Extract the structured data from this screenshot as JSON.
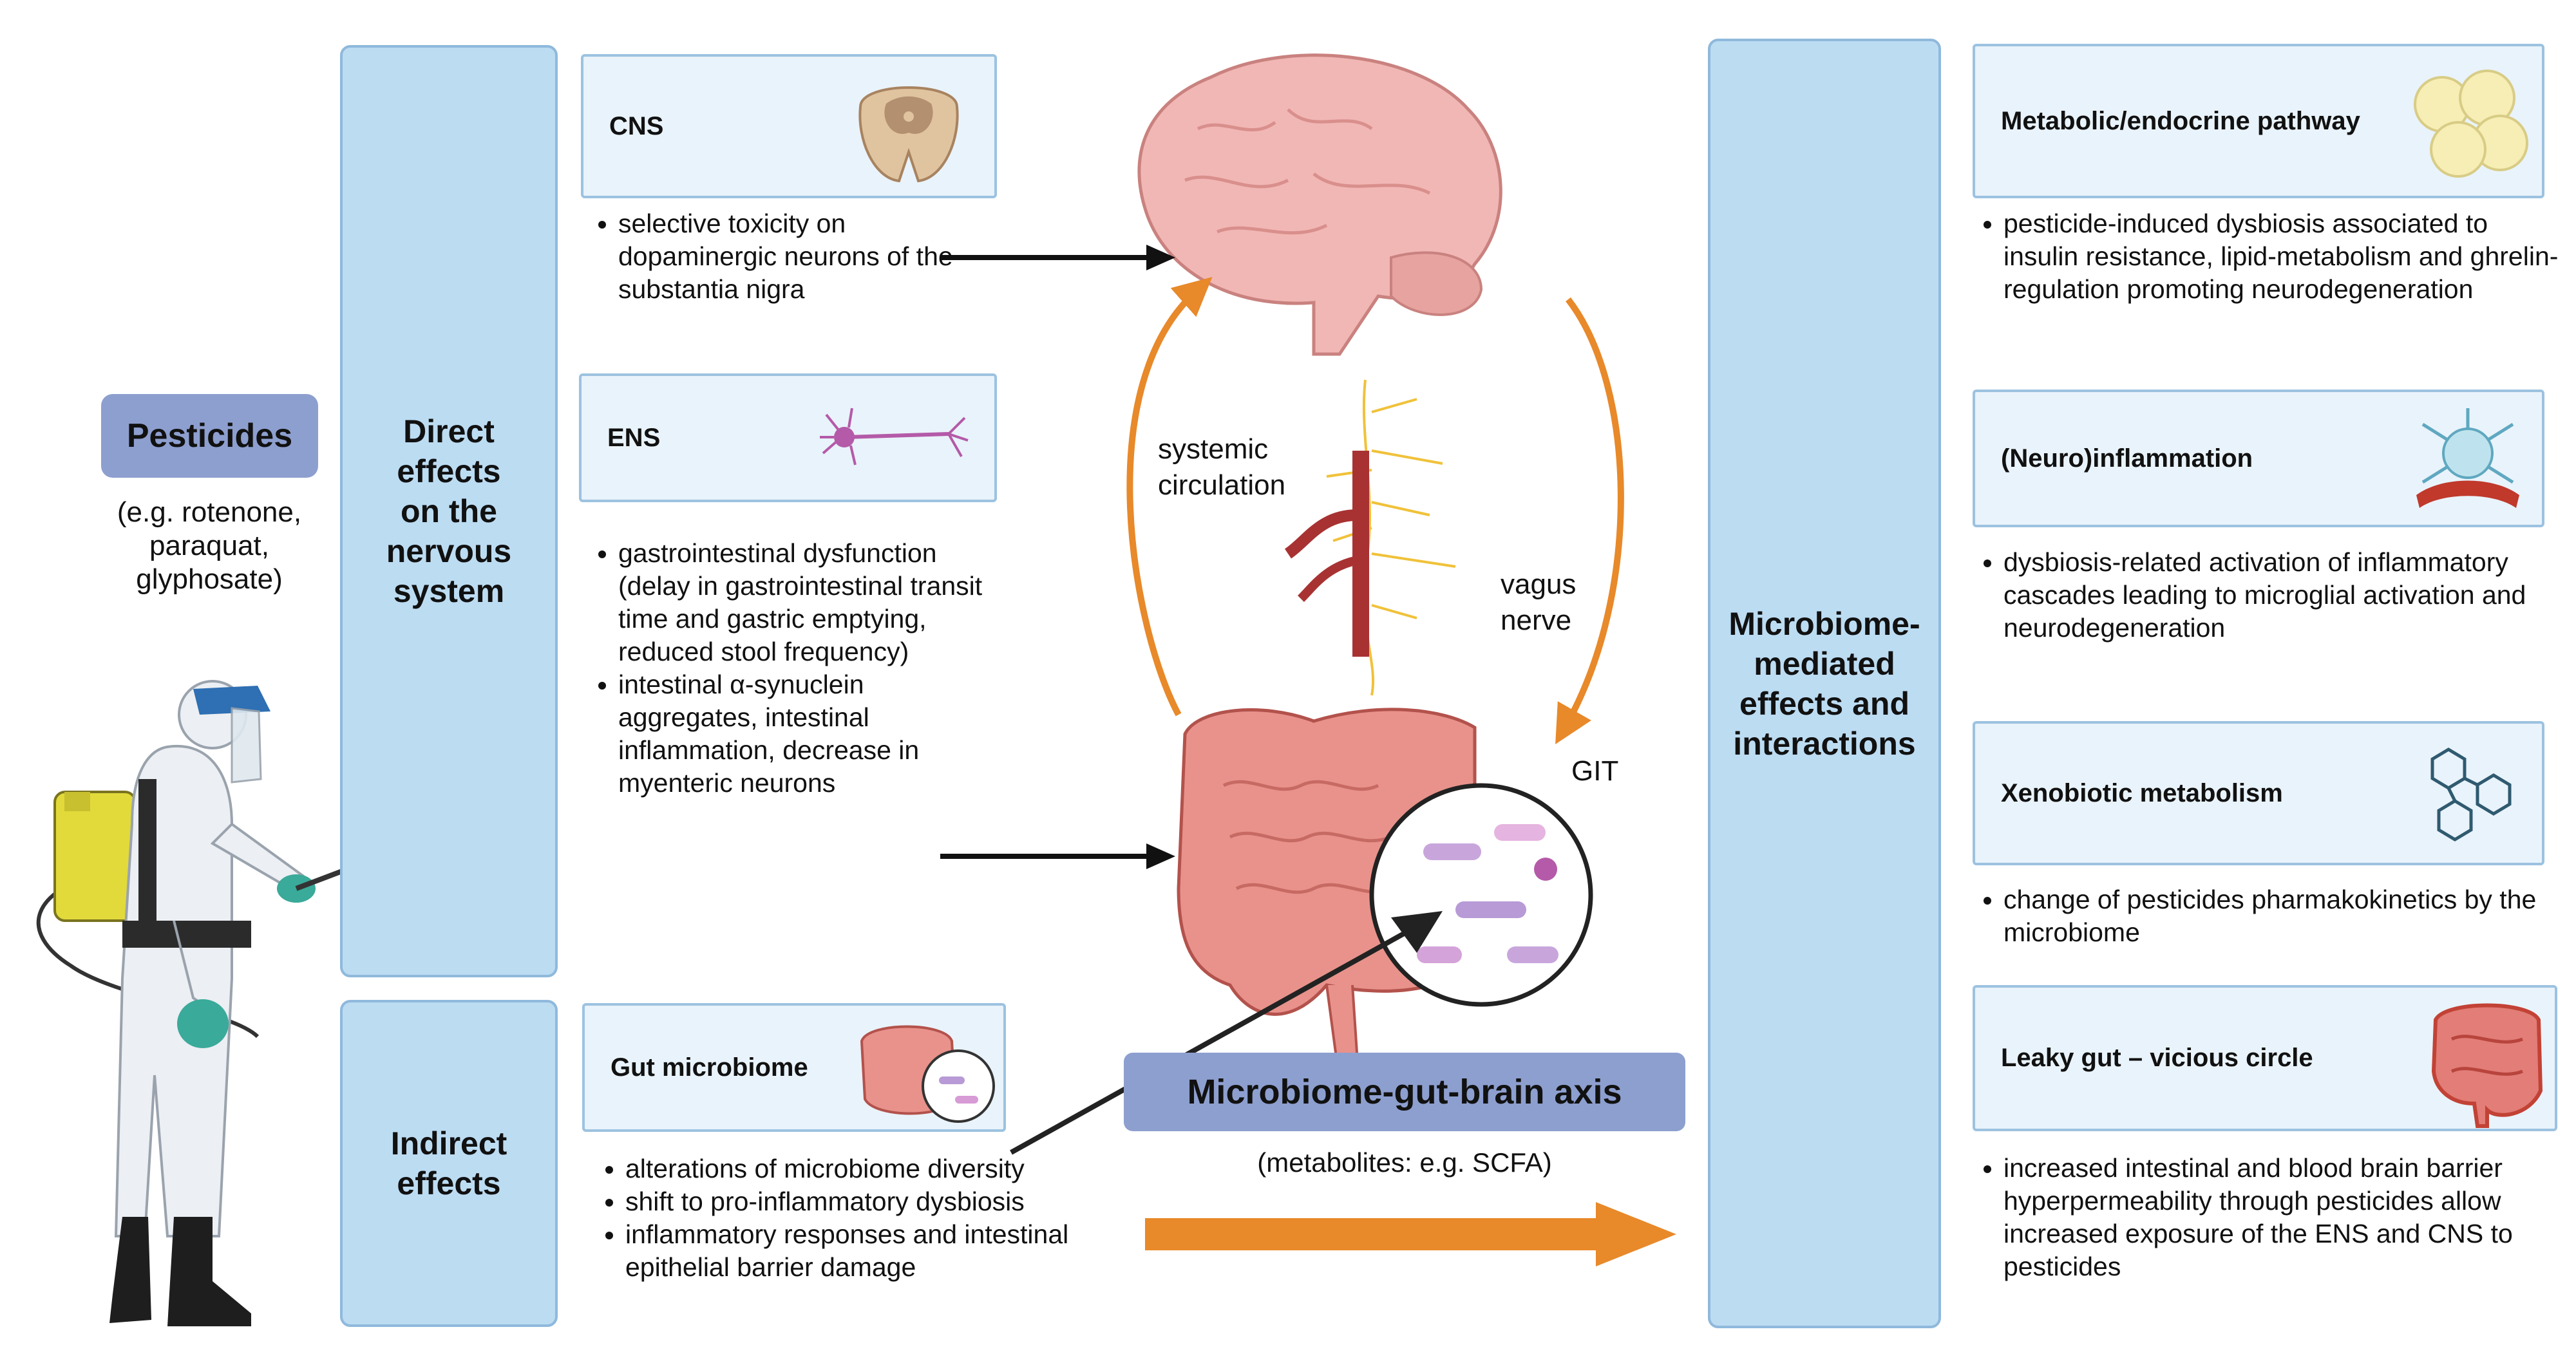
{
  "pesticides": {
    "label": "Pesticides",
    "examples": "(e.g. rotenone,\nparaquat,\nglyphosate)"
  },
  "direct": {
    "label": "Direct effects on the nervous system"
  },
  "indirect": {
    "label": "Indirect effects"
  },
  "cns": {
    "title": "CNS",
    "bullets": [
      "selective toxicity on dopaminergic neurons of the substantia nigra"
    ]
  },
  "ens": {
    "title": "ENS",
    "bullets": [
      "gastrointestinal dysfunction (delay in gastrointestinal transit time and gastric emptying, reduced stool frequency)",
      "intestinal α-synuclein aggregates, intestinal inflammation, decrease in myenteric neurons"
    ]
  },
  "gut": {
    "title": "Gut microbiome",
    "bullets": [
      "alterations of microbiome diversity",
      "shift to pro-inflammatory dysbiosis",
      "inflammatory responses and intestinal epithelial barrier damage"
    ]
  },
  "center": {
    "systemic": "systemic\ncirculation",
    "vagus": "vagus\nnerve",
    "git": "GIT",
    "axis": "Microbiome-gut-brain axis",
    "metabolites": "(metabolites: e.g. SCFA)"
  },
  "microbiome": {
    "label": "Microbiome-mediated effects and interactions"
  },
  "right": [
    {
      "title": "Metabolic/endocrine pathway",
      "bullets": [
        "pesticide-induced dysbiosis associated to insulin resistance, lipid-metabolism and ghrelin-regulation promoting neurodegeneration"
      ]
    },
    {
      "title": "(Neuro)inflammation",
      "bullets": [
        "dysbiosis-related activation of inflammatory cascades leading to microglial activation and neurodegeneration"
      ]
    },
    {
      "title": "Xenobiotic metabolism",
      "bullets": [
        "change of pesticides pharmakokinetics by the microbiome"
      ]
    },
    {
      "title": "Leaky gut – vicious circle",
      "bullets": [
        "increased intestinal and blood brain barrier hyperpermeability through pesticides allow increased exposure of the ENS and CNS to pesticides"
      ]
    }
  ],
  "colors": {
    "box": "#bcdcf2",
    "card": "#e9f3fb",
    "pill": "#8d9fcf",
    "arrow_orange": "#e8892a"
  }
}
